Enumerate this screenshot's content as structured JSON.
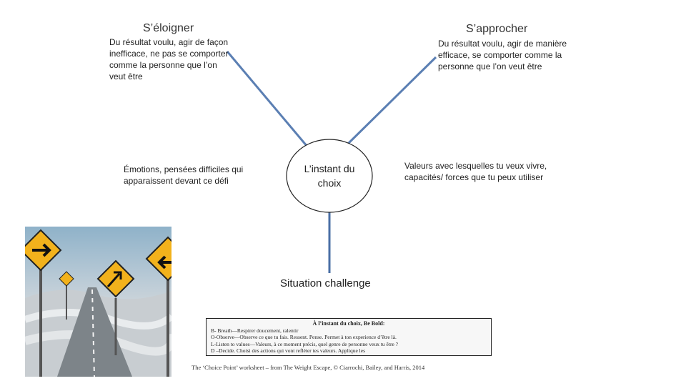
{
  "left_heading": "S’éloigner",
  "left_description": "Du résultat voulu, agir de façon inefficace, ne pas se comporter comme la personne que l’on veut être",
  "right_heading": "S’approcher",
  "right_description": "Du résultat voulu, agir de manière efficace, se comporter comme la personne que l’on veut être",
  "emotions_text": "Émotions, pensées difficiles qui apparaissent devant ce défi",
  "values_text": "Valeurs avec lesquelles tu veux vivre, capacités/ forces que tu peux utiliser",
  "choice_point_label": "L’instant du choix",
  "situation_label": "Situation challenge",
  "bold_box": {
    "title": "À l’instant du choix, Be Bold:",
    "lines": [
      "B- Breath—Respirer doucement, ralentir",
      "O-Observe—Observe ce que tu fais. Ressent. Pense. Permet à ton experience d’être là.",
      "L-Listen to values—Valeurs, à ce moment précis, quel genre de personne veux tu être ?",
      "D –Decide. Choisi des actions qui vont refléter tes valeurs. Applique les"
    ]
  },
  "credit": "The ‘Choice Point’ worksheet – from The Weight Escape, © Ciarrochi, Bailey, and Harris, 2014",
  "colors": {
    "line": "#5b7fb3",
    "center_line": "#4a6fa5",
    "sign": "#f2b21c"
  }
}
